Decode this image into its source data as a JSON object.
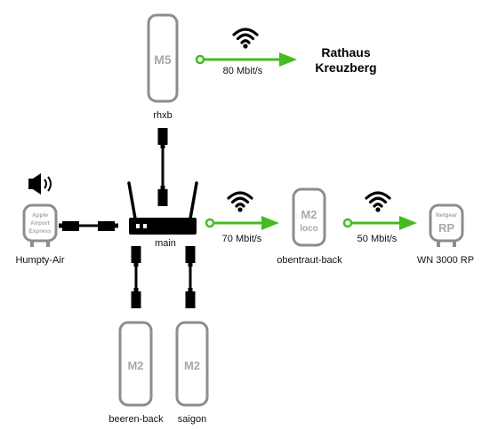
{
  "devices": {
    "m5": {
      "model": "M5",
      "name": "rhxb"
    },
    "router": {
      "name": "main"
    },
    "airport": {
      "line1": "Apple",
      "line2": "Airport",
      "line3": "Express",
      "name": "Humpty-Air"
    },
    "m2_loco": {
      "model": "M2",
      "sub": "loco",
      "name": "obentraut-back"
    },
    "repeater": {
      "brand": "Netgear",
      "model": "RP",
      "name": "WN 3000 RP"
    },
    "m2_beeren": {
      "model": "M2",
      "name": "beeren-back"
    },
    "m2_saigon": {
      "model": "M2",
      "name": "saigon"
    }
  },
  "links": {
    "top": {
      "speed": "80 Mbit/s",
      "target_line1": "Rathaus",
      "target_line2": "Kreuzberg"
    },
    "mid": {
      "speed": "70 Mbit/s"
    },
    "right": {
      "speed": "50 Mbit/s"
    }
  },
  "colors": {
    "wireless": "#44bb22",
    "device_outline": "#8d8d8d",
    "device_text": "#a8a8a8",
    "cable": "#000000"
  },
  "icons": [
    "wifi-icon",
    "speaker-icon",
    "ethernet-plug-icon",
    "router-icon"
  ]
}
